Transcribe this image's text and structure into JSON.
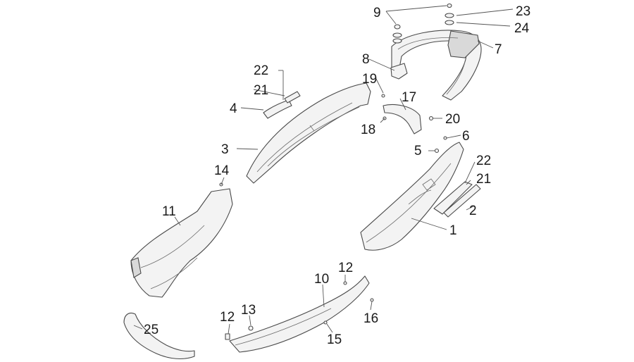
{
  "callouts": {
    "c1": "1",
    "c2": "2",
    "c3": "3",
    "c4": "4",
    "c5": "5",
    "c6": "6",
    "c7": "7",
    "c8": "8",
    "c9": "9",
    "c10": "10",
    "c11": "11",
    "c12a": "12",
    "c12b": "12",
    "c13": "13",
    "c14": "14",
    "c15": "15",
    "c16": "16",
    "c17": "17",
    "c18": "18",
    "c19": "19",
    "c20": "20",
    "c21a": "21",
    "c21b": "21",
    "c22a": "22",
    "c22b": "22",
    "c23": "23",
    "c24": "24",
    "c25": "25"
  }
}
